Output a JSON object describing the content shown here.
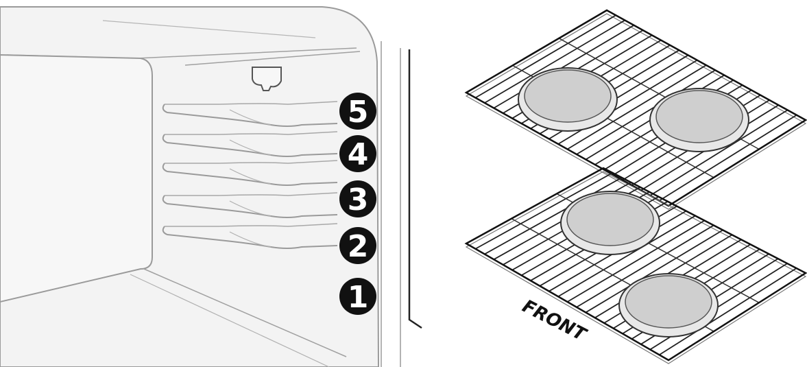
{
  "oven": {
    "rack_positions": [
      "5",
      "4",
      "3",
      "2",
      "1"
    ]
  },
  "racks": {
    "front_label": "FRONT"
  },
  "colors": {
    "line": "#222222",
    "light_line": "#9a9a9a",
    "oven_fill": "#f2f2f2",
    "pan_fill": "#ececec",
    "badge_fill": "#111111"
  }
}
